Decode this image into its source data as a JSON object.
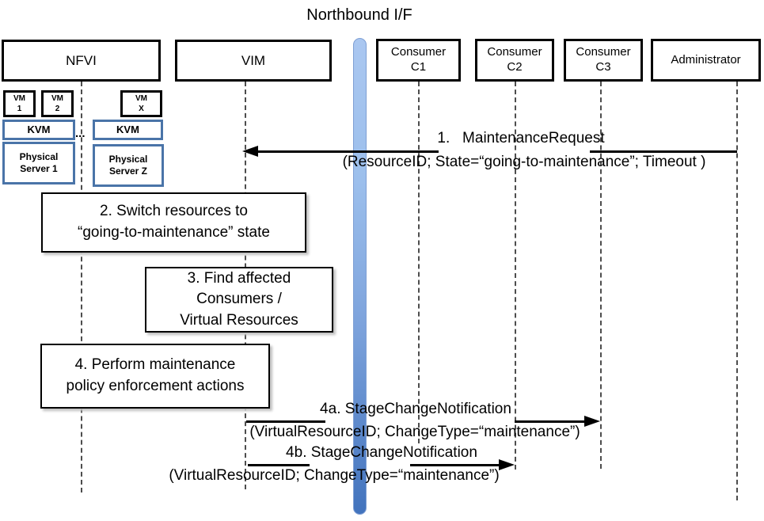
{
  "title": "Northbound I/F",
  "actors": {
    "nfvi": {
      "label": "NFVI"
    },
    "vim": {
      "label": "VIM"
    },
    "c1": {
      "label": "Consumer\nC1"
    },
    "c2": {
      "label": "Consumer\nC2"
    },
    "c3": {
      "label": "Consumer\nC3"
    },
    "admin": {
      "label": "Administrator"
    }
  },
  "nfvi_internals": {
    "vm1": "VM\n1",
    "vm2": "VM\n2",
    "vmx": "VM\nX",
    "kvm1": "KVM",
    "kvm2": "KVM",
    "dots": "...",
    "ps1": "Physical\nServer 1",
    "psz": "Physical\nServer Z"
  },
  "activities": {
    "step2": "2. Switch resources to\n“going-to-maintenance” state",
    "step3": "3. Find affected\nConsumers /\nVirtual Resources",
    "step4": "4. Perform maintenance\npolicy enforcement actions"
  },
  "messages": {
    "m1": {
      "title": "1.   MaintenanceRequest",
      "params": "(ResourceID; State=“going-to-maintenance”; Timeout )"
    },
    "m4a": {
      "title": "4a. StageChangeNotification",
      "params": "(VirtualResourceID; ChangeType=“maintenance”)"
    },
    "m4b": {
      "title": "4b. StageChangeNotification",
      "params": "(VirtualResourceID; ChangeType=“maintenance”)"
    }
  },
  "colors": {
    "box_border_black": "#000000",
    "box_border_blue": "#4a74a8",
    "bar_top": "#aac7f0",
    "bar_bottom": "#4273bd",
    "lifeline_gray": "#4d4d4d"
  }
}
